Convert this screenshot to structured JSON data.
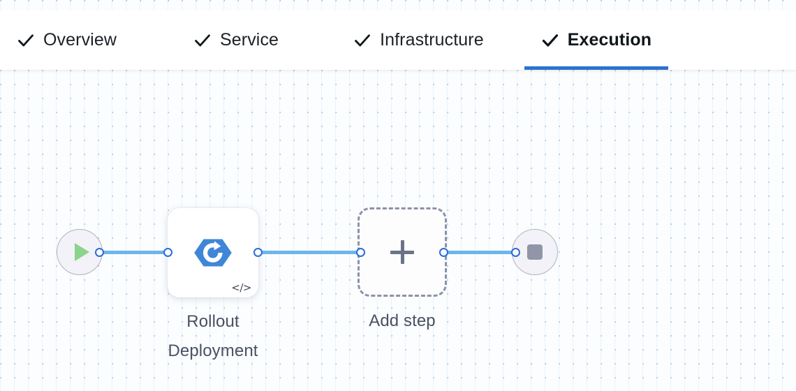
{
  "window": {
    "background_color": "#fbfdff",
    "accent_color": "#2d72d2"
  },
  "tabbar": {
    "tabs": [
      {
        "label": "Overview",
        "icon": "check-icon",
        "active": false,
        "completed": true
      },
      {
        "label": "Service",
        "icon": "check-icon",
        "active": false,
        "completed": true
      },
      {
        "label": "Infrastructure",
        "icon": "check-icon",
        "active": false,
        "completed": true
      },
      {
        "label": "Execution",
        "icon": "check-icon",
        "active": true,
        "completed": true
      }
    ]
  },
  "pipeline": {
    "start_node": {
      "name": "start-node",
      "icon": "play-icon",
      "icon_color": "#8bd48b",
      "fill": "#f3f2f8",
      "border": "#b3b0bf"
    },
    "steps": [
      {
        "name": "rollout-deployment-step",
        "label": "Rollout\nDeployment",
        "icon": "rollout-deployment-icon",
        "icon_color": "#3f86d8",
        "badge": "</>",
        "badge_name": "code-icon"
      }
    ],
    "add_step": {
      "name": "add-step-node",
      "label": "Add step",
      "icon": "plus-icon",
      "icon_color": "#6b7389",
      "border_color": "#8b92a8"
    },
    "end_node": {
      "name": "end-node",
      "icon": "stop-icon",
      "icon_color": "#9195a8",
      "fill": "#f3f2f8",
      "border": "#b3b0bf"
    },
    "edge_color": "#6cb5ee",
    "port_color": "#2b6cd4"
  }
}
